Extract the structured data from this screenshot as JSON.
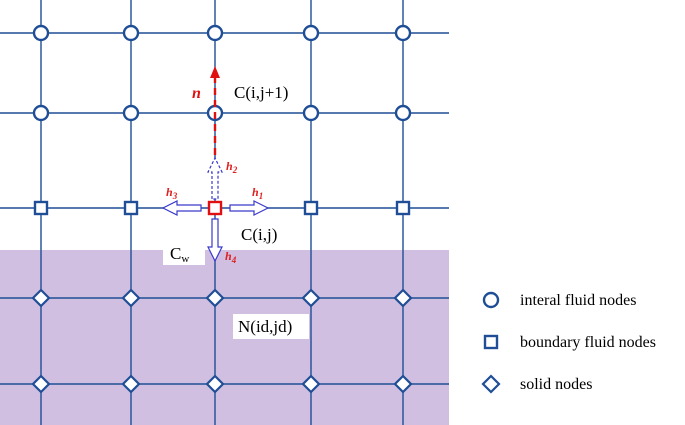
{
  "colors": {
    "grid_line": "#1f4e96",
    "node": "#1f4e96",
    "solid_region": "#d0bfe0",
    "normal_arrow": "#e01010",
    "hollow_arrow": "#3a3acc",
    "center_node": "#e01010"
  },
  "labels": {
    "normal": "n",
    "neighbor_node": "C(i,j+1)",
    "current_node": "C(i,j)",
    "wall_concentration_main": "C",
    "wall_concentration_sub": "w",
    "solid_neighbor": "N(id,jd)",
    "h1": "h",
    "h1_sub": "1",
    "h2": "h",
    "h2_sub": "2",
    "h3": "h",
    "h3_sub": "3",
    "h4": "h",
    "h4_sub": "4"
  },
  "legend": {
    "items": [
      {
        "shape": "circle",
        "label": "interal fluid nodes"
      },
      {
        "shape": "square",
        "label": "boundary fluid nodes"
      },
      {
        "shape": "diamond",
        "label": "solid nodes"
      }
    ]
  }
}
